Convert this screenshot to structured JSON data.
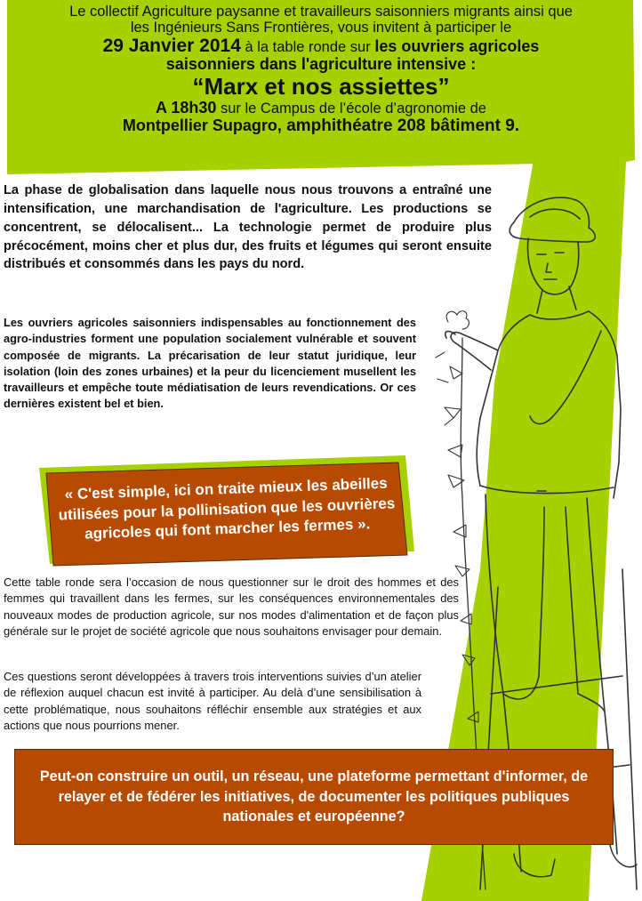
{
  "header": {
    "intro_line1": "Le collectif Agriculture paysanne et travailleurs saisonniers migrants ainsi que",
    "intro_line2": "les Ingénieurs Sans Frontières, vous invitent à participer le",
    "date": "29 Janvier 2014",
    "date_follow": " à la table ronde sur ",
    "topic_a": "les ouvriers agricoles",
    "topic_b": "saisonniers dans l'agriculture intensive :",
    "title": "“Marx et nos assiettes”",
    "time": "A 18h30",
    "location_normal": " sur le Campus de l’école d’agronomie de",
    "venue_a": "Montpellier Supagro,",
    "venue_b": " amphithéatre 208 bâtiment 9."
  },
  "body": {
    "para1": "La phase de globalisation dans laquelle nous nous trouvons a entraîné une intensification, une marchandisation de l'agriculture. Les productions se concentrent, se délocalisent... La technologie permet de produire plus précocément, moins cher et plus dur, des fruits et légumes qui seront ensuite distribués et consommés dans les pays du nord.",
    "para2": "Les ouvriers agricoles saisonniers indispensables au fonctionnement des agro-industries forment une population socialement vulnérable et souvent composée de migrants. La précarisation de leur statut juridique, leur isolation (loin des zones urbaines) et la peur du licenciement musellent les travailleurs et empêche toute médiatisation de leurs revendications. Or ces dernières existent bel et bien.",
    "quote": "« C'est simple, ici on traite mieux les abeilles utilisées pour la pollinisation que les ouvrières agricoles qui font marcher les fermes ».",
    "para3": "Cette table ronde sera l’occasion de nous questionner sur le droit des hommes et des femmes qui travaillent dans les fermes, sur les conséquences environnementales des nouveaux modes de production agricole, sur nos modes d'alimentation et de façon plus générale sur le projet de société agricole que nous souhaitons envisager pour demain.",
    "para4": "Ces questions seront développées à travers trois interventions suivies d’un atelier de réflexion auquel chacun est invité à participer. Au delà d’une sensibilisation à cette problématique, nous souhaitons réfléchir ensemble aux stratégies et aux actions que nous pourrions mener.",
    "question": "Peut-on construire un outil, un réseau, une plateforme permettant d'informer, de relayer et de fédérer les initiatives, de documenter les politiques publiques nationales et européenne?"
  },
  "colors": {
    "green": "#a6d000",
    "rust": "#b64a00",
    "text": "#111111"
  },
  "icons": {
    "illustration": "farm-worker-illustration"
  }
}
